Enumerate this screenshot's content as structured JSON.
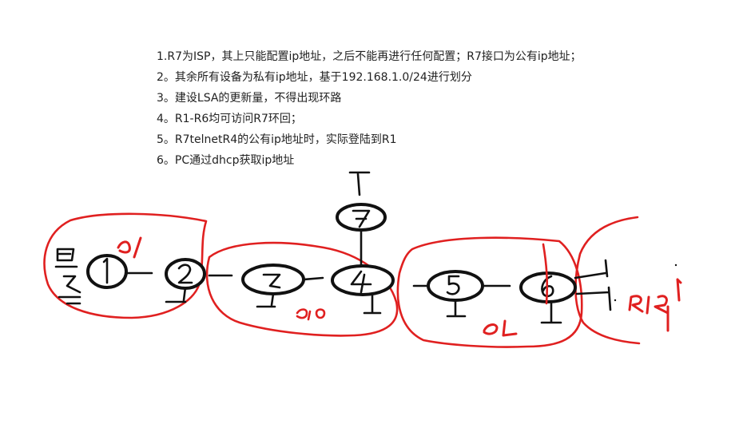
{
  "requirements": [
    "1.R7为ISP，其上只能配置ip地址，之后不能再进行任何配置；R7接口为公有ip地址；",
    "2。其余所有设备为私有ip地址，基于192.168.1.0/24进行划分",
    "3。建设LSA的更新量，不得出现环路",
    "4。R1-R6均可访问R7环回；",
    "5。R7telnetR4的公有ip地址时，实际登陆到R1",
    "6。PC通过dhcp获取ip地址"
  ],
  "diagram": {
    "routers": [
      "1",
      "2",
      "3",
      "4",
      "5",
      "6",
      "7"
    ],
    "areas": [
      "area 1",
      "area 0",
      "area 2",
      "RIP"
    ],
    "annotations": [
      "PC (hand-drawn)"
    ],
    "colors": {
      "ink": "#111111",
      "area_outline": "#e02020"
    }
  }
}
